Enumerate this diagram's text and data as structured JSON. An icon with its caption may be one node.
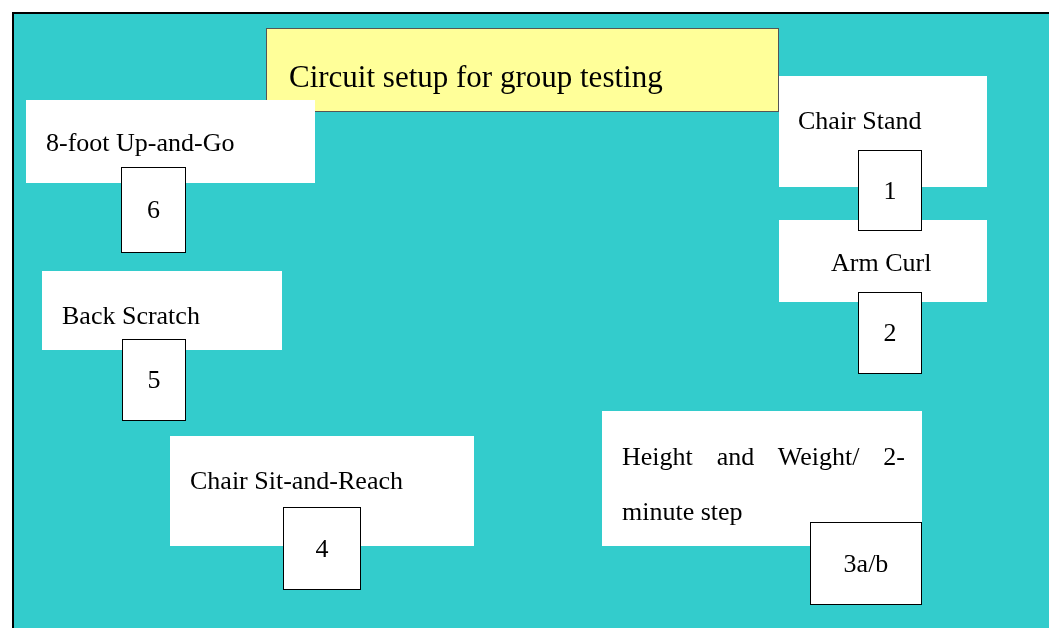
{
  "diagram": {
    "title": "Circuit setup for group testing",
    "nodes": [
      {
        "text": [
          "8-foot Up-and-Go"
        ]
      },
      {
        "text": [
          "6"
        ]
      },
      {
        "text": [
          "Chair Stand"
        ]
      },
      {
        "text": [
          "1"
        ]
      },
      {
        "text": [
          "Arm Curl"
        ]
      },
      {
        "text": [
          "2"
        ]
      },
      {
        "text": [
          "Back Scratch"
        ]
      },
      {
        "text": [
          "5"
        ]
      },
      {
        "text": [
          "Height and Weight/ 2-minute step"
        ]
      },
      {
        "text": [
          "3a/b"
        ]
      },
      {
        "text": [
          "Chair Sit-and-Reach"
        ]
      },
      {
        "text": [
          "4"
        ]
      }
    ]
  }
}
